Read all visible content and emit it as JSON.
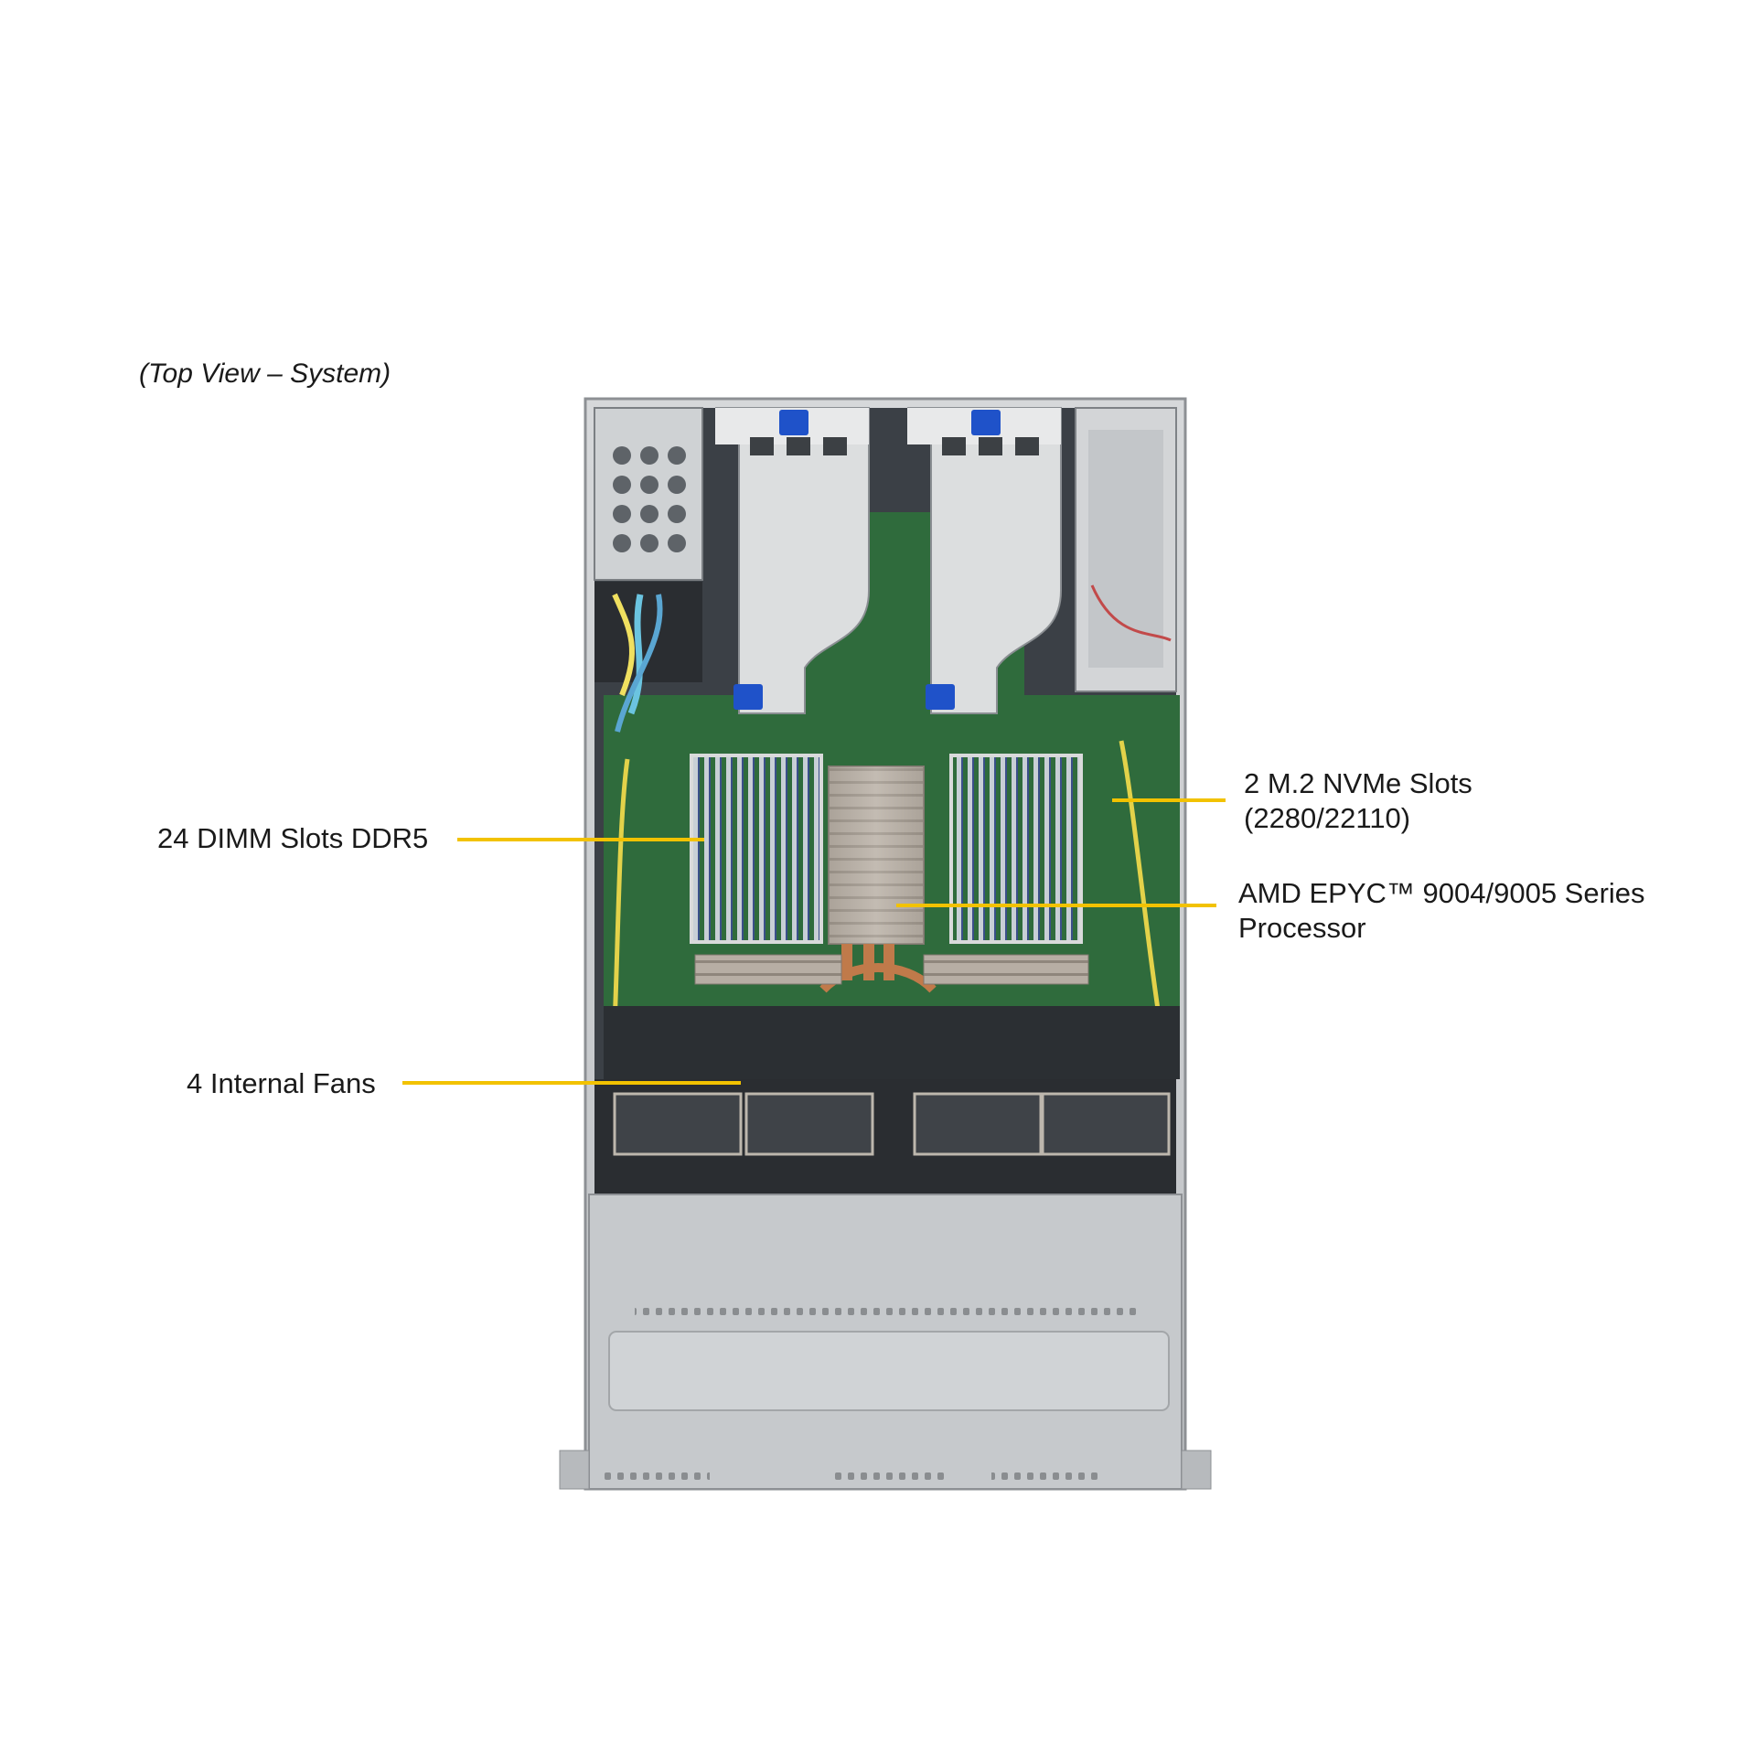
{
  "caption": "(Top View – System)",
  "callouts": {
    "dimm": {
      "text": "24 DIMM Slots DDR5"
    },
    "fans": {
      "text": "4 Internal Fans"
    },
    "m2": {
      "line1": "2 M.2 NVMe Slots",
      "line2": "(2280/22110)"
    },
    "cpu": {
      "line1": "AMD EPYC™ 9004/9005 Series",
      "line2": "Processor"
    }
  },
  "colors": {
    "callout_line": "#f2c200",
    "board": "#2f6b3c",
    "chassis": "#c9cbcd",
    "riser_tab": "#1f52c9",
    "heatsink": "#b9b3ab",
    "copper": "#c07a4a"
  }
}
